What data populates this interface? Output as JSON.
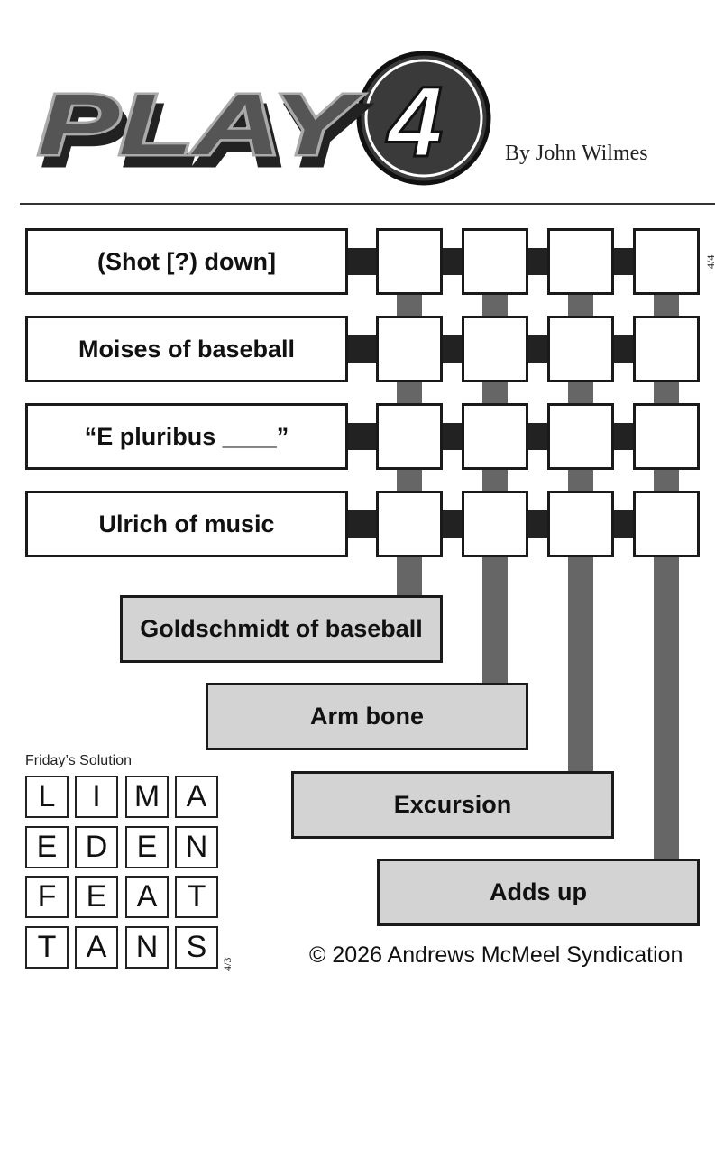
{
  "header": {
    "logo_text": "PLAY4",
    "byline": "By John Wilmes"
  },
  "puzzle": {
    "date_code": "4/4",
    "row_clues": [
      "(Shot [?) down]",
      "Moises of baseball",
      "“E pluribus ____”",
      "Ulrich of music"
    ],
    "column_clues": [
      "Goldschmidt of baseball",
      "Arm bone",
      "Excursion",
      "Adds up"
    ],
    "colors": {
      "row_clue_fill": "#ffffff",
      "column_clue_fill": "#d3d3d3",
      "connector": "#222222",
      "column_bar": "#666666"
    }
  },
  "solution": {
    "title": "Friday’s Solution",
    "date_code": "4/3",
    "rows": [
      [
        "L",
        "I",
        "M",
        "A"
      ],
      [
        "E",
        "D",
        "E",
        "N"
      ],
      [
        "F",
        "E",
        "A",
        "T"
      ],
      [
        "T",
        "A",
        "N",
        "S"
      ]
    ]
  },
  "footer": {
    "copyright": "© 2026 Andrews McMeel Syndication"
  }
}
